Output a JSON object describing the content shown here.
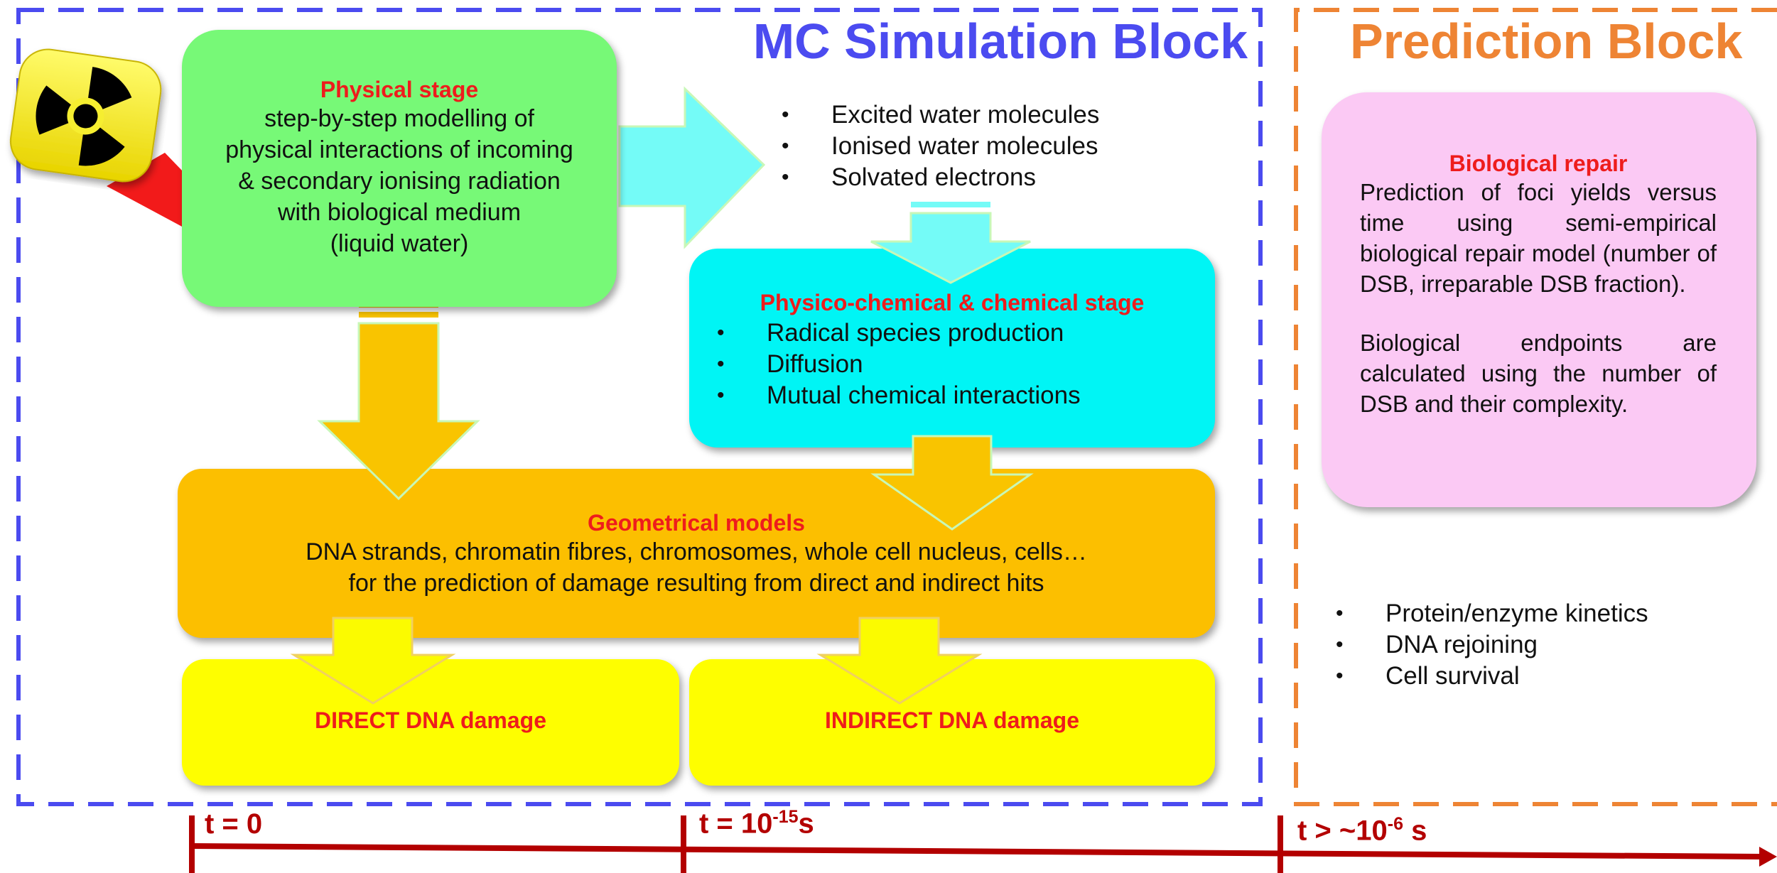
{
  "colors": {
    "mc_border": "#4b4bf0",
    "prediction_border": "#ee8434",
    "physical_fill": "#77f977",
    "physicochemical_fill": "#00f5f5",
    "geometrical_fill": "#fcbf00",
    "damage_fill": "#fefe00",
    "repair_fill": "#fbc9f4",
    "title_red": "#ee1c1c",
    "axis_red": "#b30000",
    "cyan_arrow": "#74fbf7",
    "orange_arrow": "#f9c400",
    "yellow_arrow": "#fbfb00"
  },
  "mc_block": {
    "title": "MC Simulation Block"
  },
  "prediction_block": {
    "title": "Prediction Block"
  },
  "physical_stage": {
    "title": "Physical stage",
    "lines": [
      "step-by-step modelling of",
      "physical interactions of incoming",
      "& secondary ionising radiation",
      "with biological medium",
      "(liquid water)"
    ]
  },
  "physical_products": {
    "items": [
      "Excited water molecules",
      "Ionised water molecules",
      "Solvated electrons"
    ]
  },
  "physicochemical_stage": {
    "title": "Physico-chemical & chemical stage",
    "items": [
      "Radical species production",
      "Diffusion",
      "Mutual chemical interactions"
    ]
  },
  "geometrical_models": {
    "title": "Geometrical models",
    "lines": [
      "DNA strands, chromatin fibres, chromosomes, whole cell nucleus, cells…",
      "for the prediction of damage resulting from direct and indirect hits"
    ]
  },
  "direct_damage": {
    "label": "DIRECT DNA damage"
  },
  "indirect_damage": {
    "label": "INDIRECT DNA damage"
  },
  "biological_repair": {
    "title": "Biological repair",
    "paragraph1": "Prediction of foci yields versus time using semi-empirical biological repair model (number of DSB, irreparable DSB fraction).",
    "paragraph2": "Biological endpoints are calculated using the number of DSB and their complexity."
  },
  "repair_outcomes": {
    "items": [
      "Protein/enzyme kinetics",
      "DNA rejoining",
      "Cell survival"
    ]
  },
  "timeline": {
    "t0": {
      "text": "t = 0"
    },
    "t1": {
      "prefix": "t = 10",
      "exponent": "-15",
      "suffix": "s"
    },
    "t2": {
      "prefix": "t > ~10",
      "exponent": "-6",
      "suffix": " s"
    }
  },
  "icons": {
    "radiation": "radiation-hazard-icon",
    "lightning": "lightning-bolt-icon"
  }
}
